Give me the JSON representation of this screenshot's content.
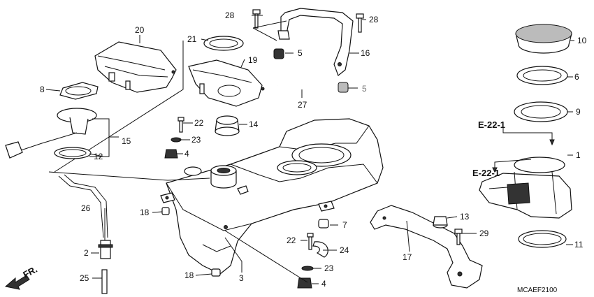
{
  "diagram_code": "MCAEF2100",
  "direction_label": "FR.",
  "refs": {
    "e22_upper": "E-22-1",
    "e22_lower": "E-22-1"
  },
  "labels": {
    "n1": "1",
    "n2": "2",
    "n3": "3",
    "n4a": "4",
    "n4b": "4",
    "n5a": "5",
    "n5b": "5",
    "n6": "6",
    "n7": "7",
    "n8": "8",
    "n9": "9",
    "n10": "10",
    "n11": "11",
    "n12": "12",
    "n13": "13",
    "n14": "14",
    "n15": "15",
    "n16": "16",
    "n17": "17",
    "n18a": "18",
    "n18b": "18",
    "n19": "19",
    "n20": "20",
    "n21": "21",
    "n22a": "22",
    "n22b": "22",
    "n23a": "23",
    "n23b": "23",
    "n24": "24",
    "n25": "25",
    "n26": "26",
    "n27": "27",
    "n28a": "28",
    "n28b": "28",
    "n29": "29"
  }
}
